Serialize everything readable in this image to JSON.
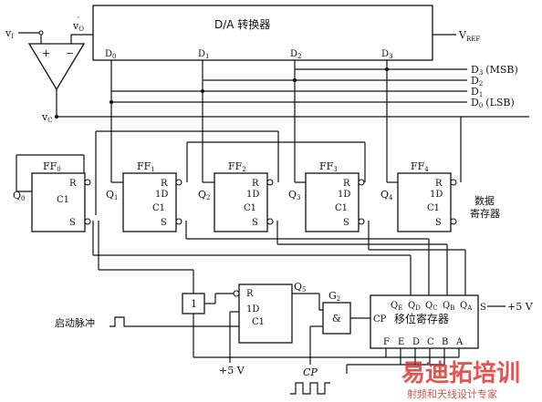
{
  "dac": {
    "title": "D/A 转换器",
    "vref": "V",
    "vref_sub": "REF",
    "inputs": [
      "D",
      "D",
      "D",
      "D"
    ],
    "input_subs": [
      "0",
      "1",
      "2",
      "3"
    ]
  },
  "comparator": {
    "vi": "v",
    "vi_sub": "I",
    "vo": "v",
    "vo_sub": "O",
    "vc": "v",
    "vc_sub": "C",
    "plus": "+",
    "minus": "−"
  },
  "outputs": [
    {
      "name": "D",
      "sub": "3",
      "note": "(MSB)"
    },
    {
      "name": "D",
      "sub": "2",
      "note": ""
    },
    {
      "name": "D",
      "sub": "1",
      "note": ""
    },
    {
      "name": "D",
      "sub": "0",
      "note": "(LSB)"
    }
  ],
  "flipflops": [
    {
      "name": "FF",
      "sub": "0",
      "out": "Q",
      "out_sub": "0",
      "pins": [
        "R",
        "C1",
        "S"
      ]
    },
    {
      "name": "FF",
      "sub": "1",
      "out": "Q",
      "out_sub": "1",
      "pins": [
        "R",
        "1D",
        "C1",
        "S"
      ]
    },
    {
      "name": "FF",
      "sub": "2",
      "out": "Q",
      "out_sub": "2",
      "pins": [
        "R",
        "1D",
        "C1",
        "S"
      ]
    },
    {
      "name": "FF",
      "sub": "3",
      "out": "Q",
      "out_sub": "3",
      "pins": [
        "R",
        "1D",
        "C1",
        "S"
      ]
    },
    {
      "name": "FF",
      "sub": "4",
      "out": "Q",
      "out_sub": "4",
      "pins": [
        "R",
        "1D",
        "C1",
        "S"
      ]
    }
  ],
  "data_register_label": [
    "数据",
    "寄存器"
  ],
  "ff5": {
    "pins": [
      "R",
      "1D",
      "C1"
    ],
    "out": "Q",
    "out_sub": "5"
  },
  "gate_or": {
    "label": "1"
  },
  "gate_and": {
    "label": "&",
    "name": "G",
    "name_sub": "2"
  },
  "shift_register": {
    "title": "移位寄存器",
    "q_outputs": [
      {
        "name": "Q",
        "sub": "E"
      },
      {
        "name": "Q",
        "sub": "D"
      },
      {
        "name": "Q",
        "sub": "C"
      },
      {
        "name": "Q",
        "sub": "B"
      },
      {
        "name": "Q",
        "sub": "A"
      }
    ],
    "s_pin": "S",
    "cp_pin": "CP",
    "data_inputs": [
      "F",
      "E",
      "D",
      "C",
      "B",
      "A"
    ],
    "supply": "+5 V"
  },
  "start_pulse": "启动脉冲",
  "supply_bottom": "+5 V",
  "clock": "CP",
  "watermark": {
    "main": "射频和天线设计专家"
  }
}
